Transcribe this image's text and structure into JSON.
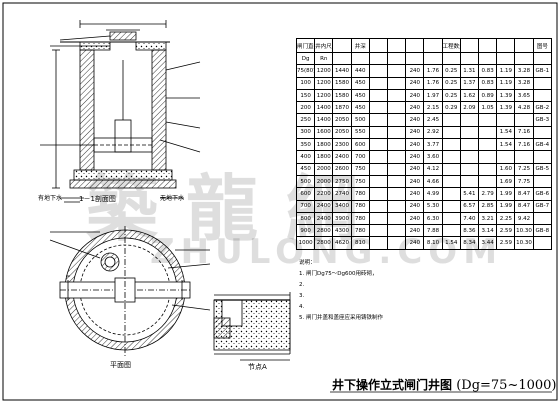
{
  "sheet": {
    "title_cn": "井下操作立式闸门井图",
    "title_dg": "(Dg=75~1000)",
    "watermark_cn": "築龍網",
    "watermark_en": "ZHULONG.COM"
  },
  "views": {
    "section_title": "1－1剖面图",
    "plan_title": "平面图",
    "detail_title": "节点A",
    "left_note": "有地下水",
    "right_note": "无地下水"
  },
  "table": {
    "title": "",
    "headers": [
      "闸门直径",
      "井内尺寸",
      "",
      "井深",
      "",
      "",
      "",
      "",
      "工程数量",
      "",
      "",
      "",
      "",
      "图号"
    ],
    "units": [
      "Dg",
      "Rn",
      "",
      "",
      "",
      "",
      "",
      "",
      "",
      "",
      "",
      "",
      "",
      ""
    ],
    "rows": [
      [
        "75(80)",
        "1200",
        "1440",
        "440",
        "",
        "",
        "240",
        "1.76",
        "0.25",
        "1.31",
        "0.83",
        "1.19",
        "3.28",
        "GB-1"
      ],
      [
        "100",
        "1200",
        "1580",
        "450",
        "",
        "",
        "240",
        "1.76",
        "0.25",
        "1.37",
        "0.83",
        "1.19",
        "3.28",
        ""
      ],
      [
        "150",
        "1200",
        "1580",
        "450",
        "",
        "",
        "240",
        "1.97",
        "0.25",
        "1.62",
        "0.89",
        "1.39",
        "3.65",
        ""
      ],
      [
        "200",
        "1400",
        "1870",
        "450",
        "",
        "",
        "240",
        "2.15",
        "0.29",
        "2.09",
        "1.05",
        "1.39",
        "4.28",
        "GB-2"
      ],
      [
        "250",
        "1400",
        "2050",
        "500",
        "",
        "",
        "240",
        "2.45",
        "",
        "",
        "",
        "",
        "",
        "GB-3"
      ],
      [
        "300",
        "1600",
        "2050",
        "550",
        "",
        "",
        "240",
        "2.92",
        "",
        "",
        "",
        "1.54",
        "7.16",
        ""
      ],
      [
        "350",
        "1800",
        "2300",
        "600",
        "",
        "",
        "240",
        "3.77",
        "",
        "",
        "",
        "1.54",
        "7.16",
        "GB-4"
      ],
      [
        "400",
        "1800",
        "2400",
        "700",
        "",
        "",
        "240",
        "3.60",
        "",
        "",
        "",
        "",
        "",
        ""
      ],
      [
        "450",
        "2000",
        "2600",
        "750",
        "",
        "",
        "240",
        "4.12",
        "",
        "",
        "",
        "1.60",
        "7.25",
        "GB-5"
      ],
      [
        "500",
        "2000",
        "2750",
        "750",
        "",
        "",
        "240",
        "4.66",
        "",
        "",
        "",
        "1.69",
        "7.75",
        ""
      ],
      [
        "600",
        "2200",
        "2740",
        "780",
        "",
        "",
        "240",
        "4.99",
        "",
        "5.41",
        "2.79",
        "1.99",
        "8.47",
        "GB-6"
      ],
      [
        "700",
        "2400",
        "3400",
        "780",
        "",
        "",
        "240",
        "5.30",
        "",
        "6.57",
        "2.85",
        "1.99",
        "8.47",
        "GB-7"
      ],
      [
        "800",
        "2400",
        "3900",
        "780",
        "",
        "",
        "240",
        "6.30",
        "",
        "7.40",
        "3.21",
        "2.25",
        "9.42",
        ""
      ],
      [
        "900",
        "2800",
        "4300",
        "780",
        "",
        "",
        "240",
        "7.88",
        "",
        "8.36",
        "3.14",
        "2.59",
        "10.30",
        "GB-8"
      ],
      [
        "1000",
        "2800",
        "4620",
        "810",
        "",
        "",
        "240",
        "8.10",
        "1.54",
        "8.34",
        "3.44",
        "2.59",
        "10.30",
        ""
      ]
    ]
  },
  "notes": {
    "heading": "说明：",
    "items": [
      "1. 闸门Dg75～Dg600用砖砌，",
      "2. ",
      "3. ",
      "4. ",
      "5. 闸门井盖和盖座应采用铸铁制作"
    ]
  },
  "colors": {
    "line": "#000000",
    "paper": "#ffffff"
  }
}
